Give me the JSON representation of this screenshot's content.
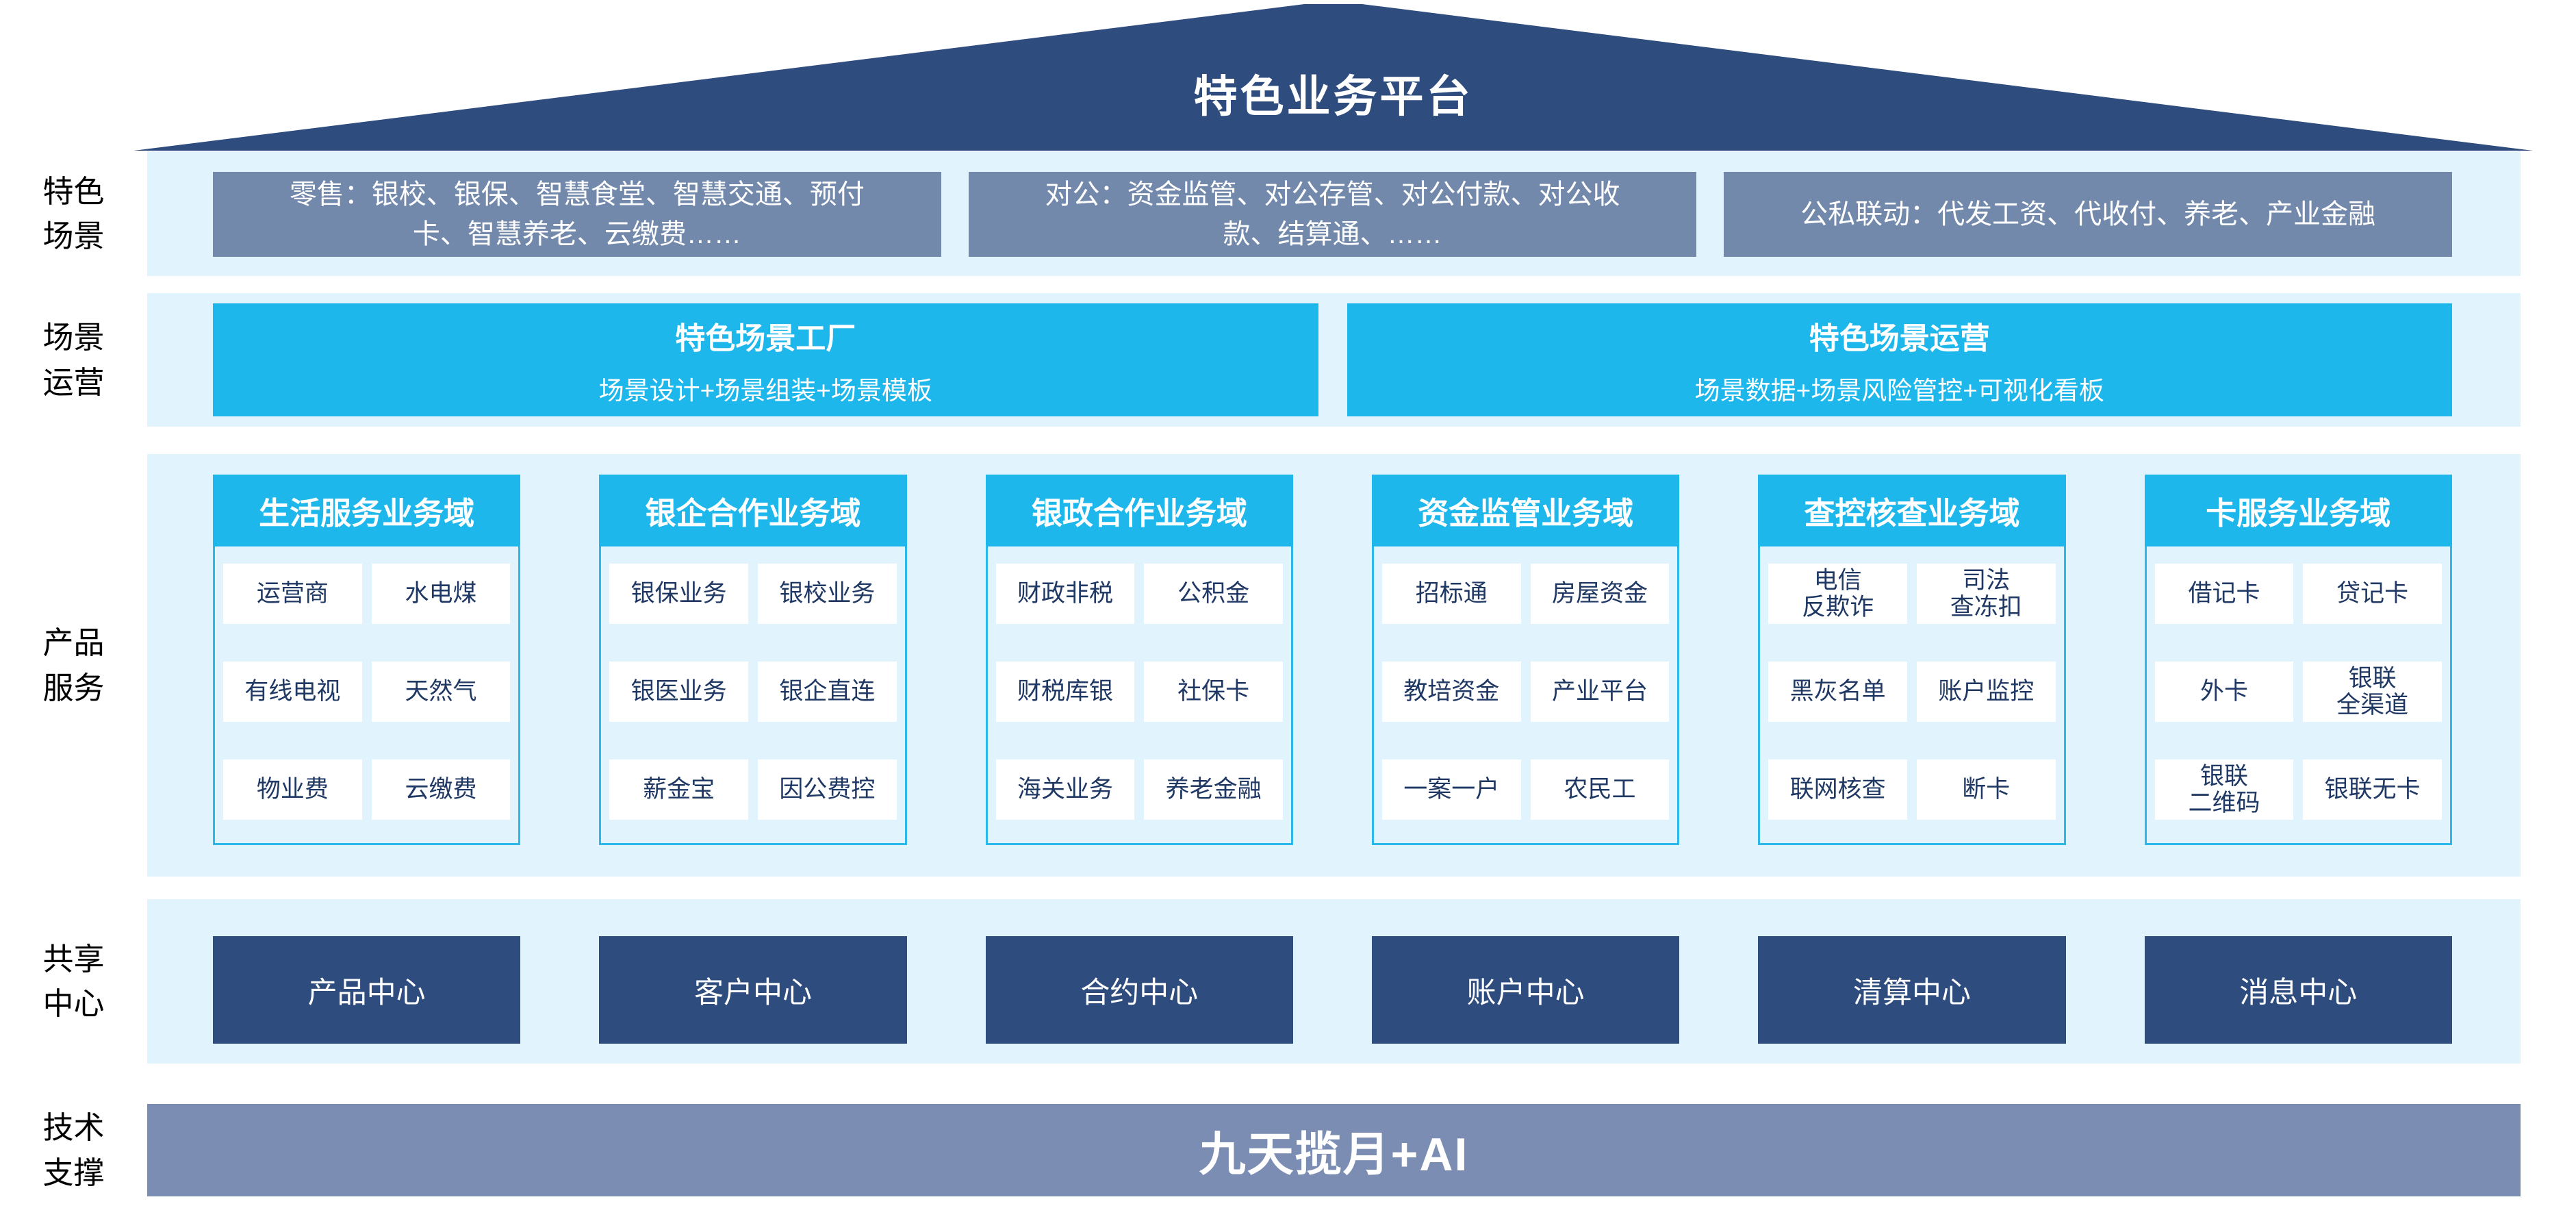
{
  "colors": {
    "roof_navy": "#2E4C7E",
    "band_light_blue": "#E1F3FC",
    "scene_gray_blue": "#7289AC",
    "cyan": "#1EB7EC",
    "body_border_cyan": "#2CB8E8",
    "cell_text_navy": "#1F3864",
    "center_navy": "#2E4C7D",
    "tech_gray_blue": "#7B8DB3"
  },
  "roof": {
    "title": "特色业务平台"
  },
  "scene": {
    "label": "特色\n场景",
    "boxes": [
      "零售：银校、银保、智慧食堂、智慧交通、预付\n卡、智慧养老、云缴费……",
      "对公：资金监管、对公存管、对公付款、对公收\n款、结算通、……",
      "公私联动：代发工资、代收付、养老、产业金融"
    ]
  },
  "ops": {
    "label": "场景\n运营",
    "boxes": [
      {
        "title": "特色场景工厂",
        "subtitle": "场景设计+场景组装+场景模板"
      },
      {
        "title": "特色场景运营",
        "subtitle": "场景数据+场景风险管控+可视化看板"
      }
    ]
  },
  "products": {
    "label": "产品\n服务",
    "columns": [
      {
        "header": "生活服务业务域",
        "cells": [
          "运营商",
          "水电煤",
          "有线电视",
          "天然气",
          "物业费",
          "云缴费"
        ]
      },
      {
        "header": "银企合作业务域",
        "cells": [
          "银保业务",
          "银校业务",
          "银医业务",
          "银企直连",
          "薪金宝",
          "因公费控"
        ]
      },
      {
        "header": "银政合作业务域",
        "cells": [
          "财政非税",
          "公积金",
          "财税库银",
          "社保卡",
          "海关业务",
          "养老金融"
        ]
      },
      {
        "header": "资金监管业务域",
        "cells": [
          "招标通",
          "房屋资金",
          "教培资金",
          "产业平台",
          "一案一户",
          "农民工"
        ]
      },
      {
        "header": "查控核查业务域",
        "cells": [
          "电信\n反欺诈",
          "司法\n查冻扣",
          "黑灰名单",
          "账户监控",
          "联网核查",
          "断卡"
        ]
      },
      {
        "header": "卡服务业务域",
        "cells": [
          "借记卡",
          "贷记卡",
          "外卡",
          "银联\n全渠道",
          "银联\n二维码",
          "银联无卡"
        ]
      }
    ]
  },
  "centers": {
    "label": "共享\n中心",
    "boxes": [
      "产品中心",
      "客户中心",
      "合约中心",
      "账户中心",
      "清算中心",
      "消息中心"
    ]
  },
  "tech": {
    "label": "技术\n支撑",
    "title": "九天揽月+AI"
  }
}
